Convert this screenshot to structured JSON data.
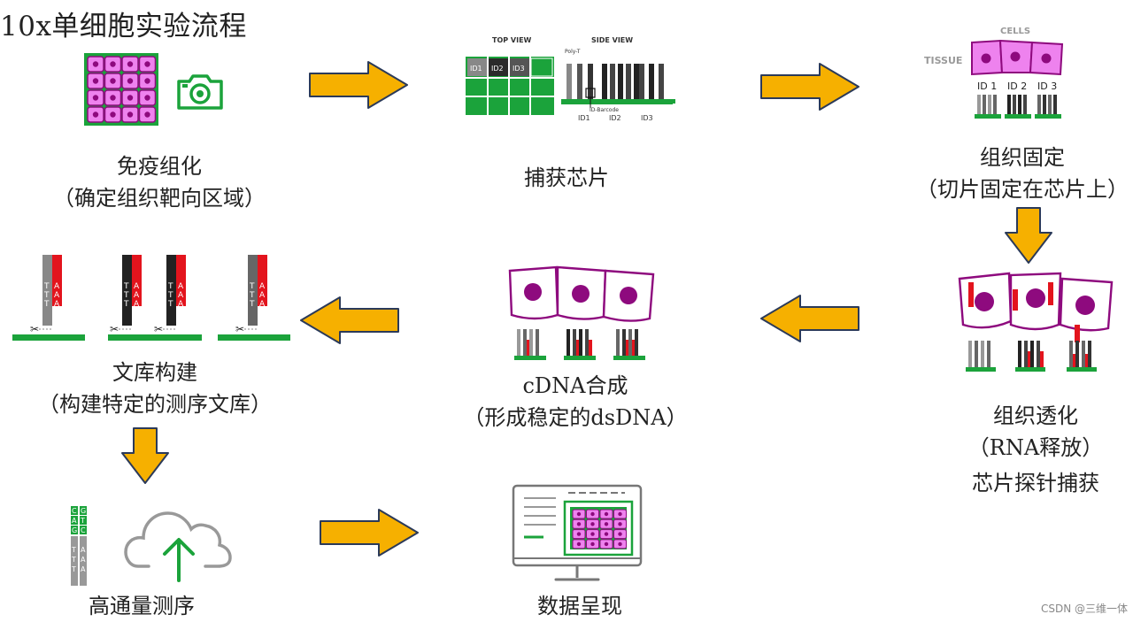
{
  "title": "10x单细胞实验流程",
  "watermark": "CSDN @三维一体",
  "colors": {
    "arrow": "#F6B000",
    "green": "#1BA33B",
    "pink": "#EE82EE",
    "purple": "#8E0A7E",
    "red": "#E3141D"
  },
  "steps": {
    "ihc": {
      "label": "免疫组化",
      "sub": "（确定组织靶向区域）"
    },
    "chip": {
      "label": "捕获芯片",
      "top_view": "TOP VIEW",
      "side_view": "SIDE VIEW",
      "ids": [
        "ID1",
        "ID2",
        "ID3"
      ],
      "poly_t": "Poly-T",
      "id_barcode": "ID-Barcode"
    },
    "fix": {
      "label": "组织固定",
      "sub": "（切片固定在芯片上）",
      "tissue": "TISSUE",
      "cells": "CELLS",
      "ids": [
        "ID 1",
        "ID 2",
        "ID 3"
      ]
    },
    "perm": {
      "label": "组织透化",
      "sub": "（RNA释放）",
      "sub2": "芯片探针捕获"
    },
    "cdna": {
      "label": "cDNA合成",
      "sub": "（形成稳定的dsDNA）"
    },
    "lib": {
      "label": "文库构建",
      "sub": "（构建特定的测序文库）"
    },
    "seq": {
      "label": "高通量测序"
    },
    "data": {
      "label": "数据呈现"
    }
  }
}
